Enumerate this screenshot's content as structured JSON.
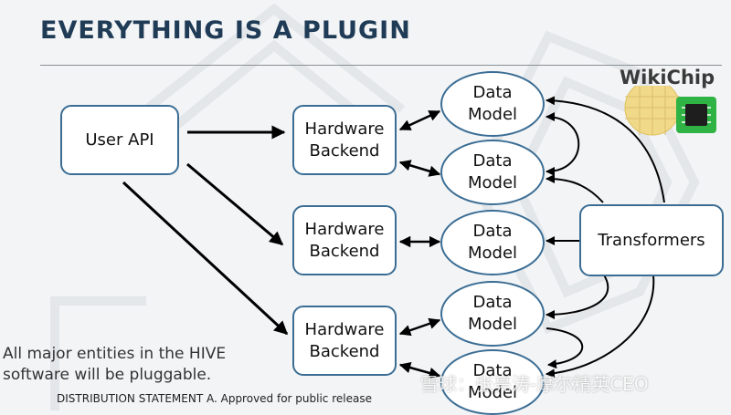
{
  "slide": {
    "title": "EVERYTHING IS A PLUGIN",
    "caption": "All major entities in the HIVE\nsoftware will be pluggable.",
    "footer": "DISTRIBUTION STATEMENT A. Approved for public release"
  },
  "diagram": {
    "nodes": {
      "user_api": "User API",
      "hardware_backend_1": "Hardware\nBackend",
      "hardware_backend_2": "Hardware\nBackend",
      "hardware_backend_3": "Hardware\nBackend",
      "data_model_1": "Data\nModel",
      "data_model_2": "Data\nModel",
      "data_model_3": "Data\nModel",
      "data_model_4": "Data\nModel",
      "data_model_5": "Data\nModel",
      "transformers": "Transformers"
    },
    "colors": {
      "box_border": "#3b6d94",
      "title": "#1f3b56",
      "arrow": "#000000"
    }
  },
  "logo": {
    "brand": "WikiChip"
  },
  "watermark": {
    "text": "雪球：张亮涛-摩尔精英CEO"
  }
}
